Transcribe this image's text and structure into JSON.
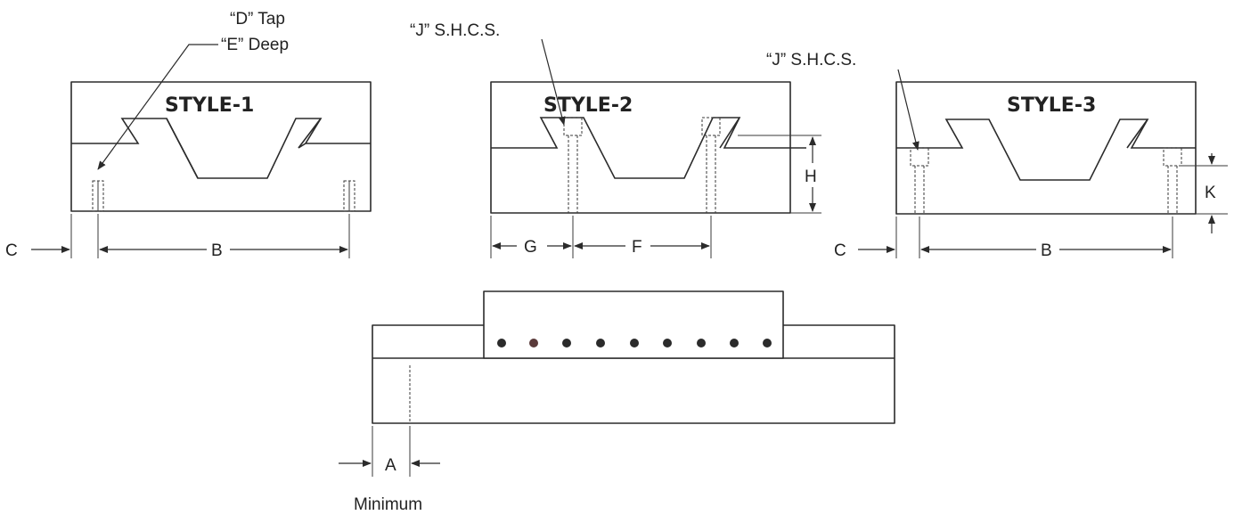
{
  "titles": {
    "style1": "STYLE-1",
    "style2": "STYLE-2",
    "style3": "STYLE-3"
  },
  "callouts": {
    "tap": "“D” Tap",
    "deep": "“E” Deep",
    "shcs2": "“J” S.H.C.S.",
    "shcs3": "“J” S.H.C.S."
  },
  "dimensions": {
    "c1": "C",
    "b1": "B",
    "g": "G",
    "f": "F",
    "h": "H",
    "c3": "C",
    "b3": "B",
    "k": "K",
    "a": "A",
    "minimum": "Minimum"
  },
  "colors": {
    "line": "#2b2b2b",
    "hole_accent": "#5a3a3a"
  }
}
